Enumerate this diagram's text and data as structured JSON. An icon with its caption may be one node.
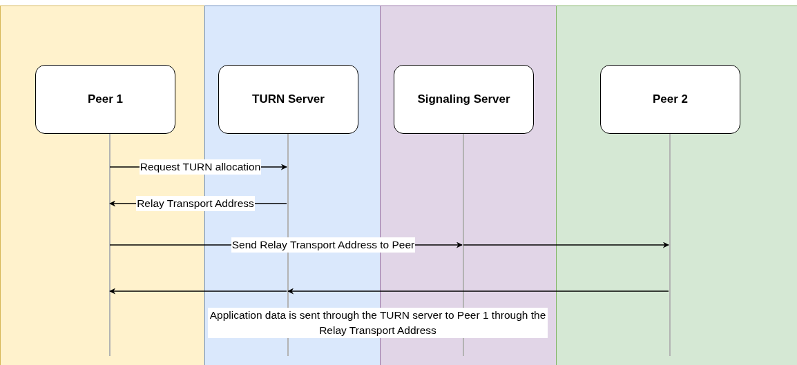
{
  "diagram": {
    "nodes": [
      {
        "text": [],
        "shape": "band"
      },
      {
        "text": [
          "Peer 1"
        ],
        "in": 0
      },
      {
        "text": [],
        "shape": "line",
        "in": 0
      },
      {
        "text": [],
        "shape": "band"
      },
      {
        "text": [
          "TURN Server"
        ],
        "in": 3
      },
      {
        "text": [],
        "shape": "line",
        "in": 3
      },
      {
        "text": [],
        "shape": "band"
      },
      {
        "text": [
          "Signaling Server"
        ],
        "in": 6
      },
      {
        "text": [],
        "shape": "line",
        "in": 6
      },
      {
        "text": [],
        "shape": "band"
      },
      {
        "text": [
          "Peer 2"
        ],
        "in": 9
      },
      {
        "text": [],
        "shape": "line",
        "in": 9
      }
    ],
    "edges": [
      {
        "from": 2,
        "to": 5,
        "arrow": "to",
        "label": "Request TURN allocation"
      },
      {
        "from": 5,
        "to": 2,
        "arrow": "to",
        "label": "Relay Transport Address"
      },
      {
        "from": 2,
        "to": 8,
        "arrow": "to",
        "label": "Send Relay Transport Address to Peer"
      },
      {
        "from": 8,
        "to": 11,
        "arrow": "to"
      },
      {
        "from": 11,
        "to": 5,
        "arrow": "to",
        "label": "Application data is sent through the TURN server to Peer 1 through the Relay Transport Address"
      },
      {
        "from": 5,
        "to": 2,
        "arrow": "to"
      }
    ]
  }
}
